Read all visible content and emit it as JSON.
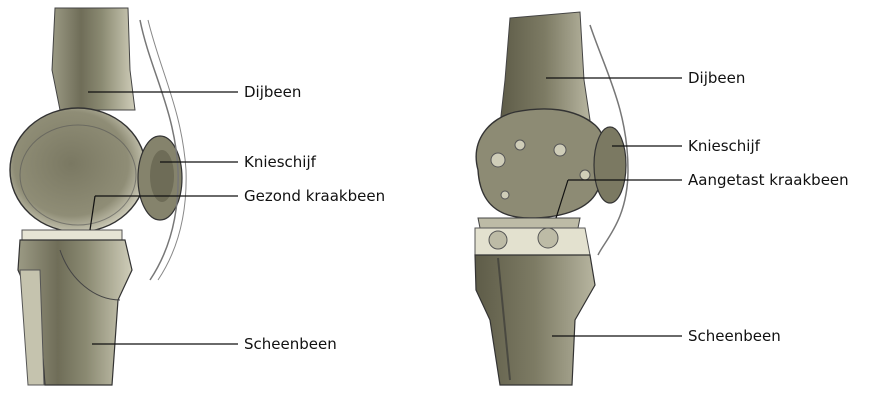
{
  "labels": {
    "left": {
      "femur": "Dijbeen",
      "patella": "Knieschijf",
      "cartilage": "Gezond kraakbeen",
      "tibia": "Scheenbeen"
    },
    "right": {
      "femur": "Dijbeen",
      "patella": "Knieschijf",
      "cartilage": "Aangetast kraakbeen",
      "tibia": "Scheenbeen"
    }
  },
  "colors": {
    "bone_shade": "#6f6d58",
    "bone_light": "#c9c7b3",
    "ink": "#111111"
  }
}
